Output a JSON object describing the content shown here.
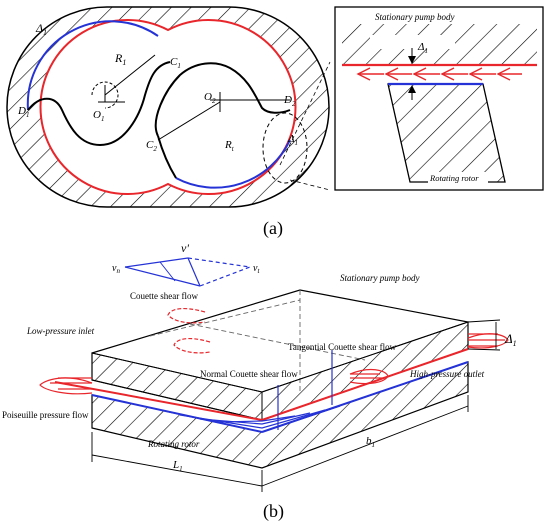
{
  "panel_a": {
    "label": "(a)",
    "rotor_labels": {
      "delta": "Δ",
      "delta_sub": "1",
      "r1": "R",
      "r1_sub": "1",
      "c1": "C",
      "c1_sub": "1",
      "c2": "C",
      "c2_sub": "2",
      "d1": "D",
      "d1_sub": "1",
      "d2": "D",
      "d2_sub": "2",
      "o1": "O",
      "o1_sub": "1",
      "o2": "O",
      "o2_sub": "2",
      "rt": "R",
      "rt_sub": "t",
      "delta_right": "Δ",
      "delta_right_sub": "1"
    },
    "inset": {
      "top": "Stationary pump body",
      "bottom": "Rotating rotor",
      "delta": "Δ",
      "delta_sub": "1"
    }
  },
  "panel_b": {
    "label": "(b)",
    "couette": {
      "v_prime": "v'",
      "v_n": "v",
      "v_n_sub": "n",
      "v_t": "v",
      "v_t_sub": "t",
      "caption": "Couette shear flow"
    },
    "labels": {
      "stationary": "Stationary pump body",
      "low_inlet": "Low-pressure inlet",
      "normal": "Normal  Couette shear flow",
      "tangential": "Tangential Couette shear flow",
      "high_outlet": "High-pressure outlet",
      "poiseuille": "Poiseuille pressure flow",
      "rotor": "Rotating rotor",
      "l1": "L",
      "l1_sub": "1",
      "b1": "b",
      "b1_sub": "1",
      "delta": "Δ",
      "delta_sub": "1"
    }
  },
  "colors": {
    "red": "#e8262b",
    "blue": "#2533d6",
    "black": "#000000"
  }
}
